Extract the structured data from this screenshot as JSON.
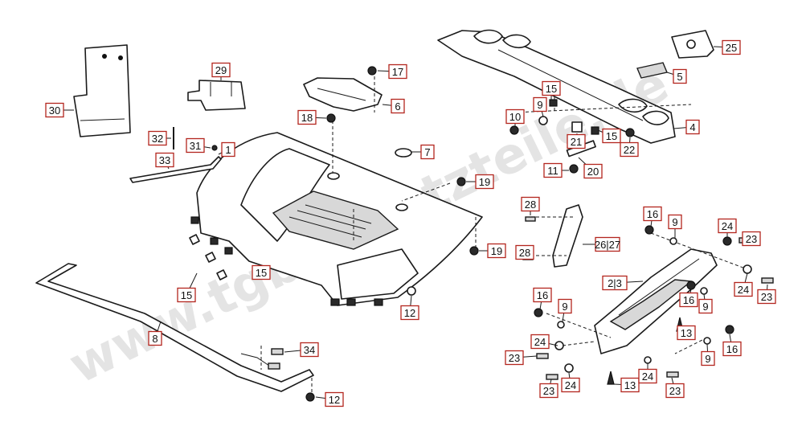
{
  "watermark": "www.tgb-ersatzteile.de",
  "colors": {
    "callout_border": "#b3261e",
    "line": "#1a1a1a",
    "watermark": "#cfcfcf"
  },
  "callouts": [
    {
      "id": "c1",
      "label": "1"
    },
    {
      "id": "c2-3",
      "label": "2|3"
    },
    {
      "id": "c4",
      "label": "4"
    },
    {
      "id": "c5",
      "label": "5"
    },
    {
      "id": "c6",
      "label": "6"
    },
    {
      "id": "c7",
      "label": "7"
    },
    {
      "id": "c8",
      "label": "8"
    },
    {
      "id": "c9a",
      "label": "9"
    },
    {
      "id": "c9b",
      "label": "9"
    },
    {
      "id": "c9c",
      "label": "9"
    },
    {
      "id": "c9d",
      "label": "9"
    },
    {
      "id": "c9e",
      "label": "9"
    },
    {
      "id": "c10",
      "label": "10"
    },
    {
      "id": "c11",
      "label": "11"
    },
    {
      "id": "c12a",
      "label": "12"
    },
    {
      "id": "c12b",
      "label": "12"
    },
    {
      "id": "c13a",
      "label": "13"
    },
    {
      "id": "c13b",
      "label": "13"
    },
    {
      "id": "c15a",
      "label": "15"
    },
    {
      "id": "c15b",
      "label": "15"
    },
    {
      "id": "c15c",
      "label": "15"
    },
    {
      "id": "c15d",
      "label": "15"
    },
    {
      "id": "c16a",
      "label": "16"
    },
    {
      "id": "c16b",
      "label": "16"
    },
    {
      "id": "c16c",
      "label": "16"
    },
    {
      "id": "c16d",
      "label": "16"
    },
    {
      "id": "c17",
      "label": "17"
    },
    {
      "id": "c18",
      "label": "18"
    },
    {
      "id": "c19a",
      "label": "19"
    },
    {
      "id": "c19b",
      "label": "19"
    },
    {
      "id": "c20",
      "label": "20"
    },
    {
      "id": "c21",
      "label": "21"
    },
    {
      "id": "c22",
      "label": "22"
    },
    {
      "id": "c23a",
      "label": "23"
    },
    {
      "id": "c23b",
      "label": "23"
    },
    {
      "id": "c23c",
      "label": "23"
    },
    {
      "id": "c23d",
      "label": "23"
    },
    {
      "id": "c23e",
      "label": "23"
    },
    {
      "id": "c24a",
      "label": "24"
    },
    {
      "id": "c24b",
      "label": "24"
    },
    {
      "id": "c24c",
      "label": "24"
    },
    {
      "id": "c24d",
      "label": "24"
    },
    {
      "id": "c24e",
      "label": "24"
    },
    {
      "id": "c25",
      "label": "25"
    },
    {
      "id": "c26-27",
      "label": "26|27"
    },
    {
      "id": "c28a",
      "label": "28"
    },
    {
      "id": "c28b",
      "label": "28"
    },
    {
      "id": "c29",
      "label": "29"
    },
    {
      "id": "c30",
      "label": "30"
    },
    {
      "id": "c31",
      "label": "31"
    },
    {
      "id": "c32",
      "label": "32"
    },
    {
      "id": "c33",
      "label": "33"
    },
    {
      "id": "c34",
      "label": "34"
    }
  ]
}
